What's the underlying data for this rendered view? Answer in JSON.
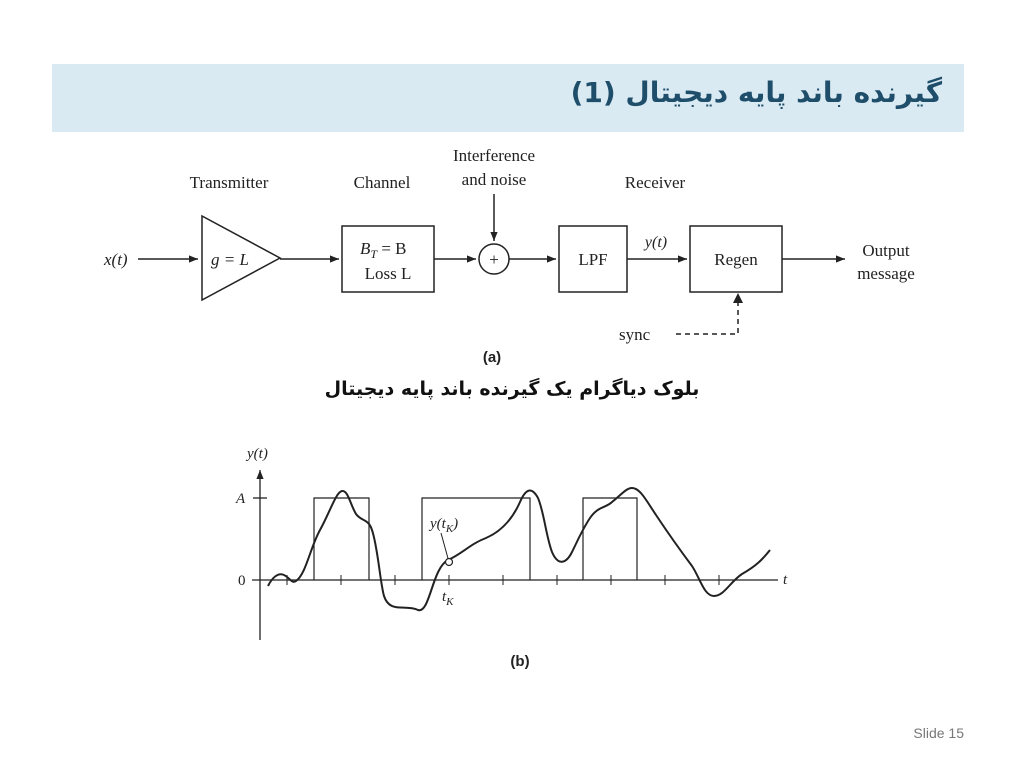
{
  "slide": {
    "title": "گیرنده باند پایه دیجیتال (1)",
    "caption": "بلوک دیاگرام یک گیرنده باند پایه دیجیتال",
    "slide_number": "Slide 15"
  },
  "block_diagram": {
    "sublabel": "(a)",
    "input": "x(t)",
    "transmitter_label": "Transmitter",
    "amplifier": "g = L",
    "channel_label": "Channel",
    "channel_line1": "B",
    "channel_sub": "T",
    "channel_line1_rest": " = B",
    "channel_line2": "Loss L",
    "interference_line1": "Interference",
    "interference_line2": "and noise",
    "adder": "+",
    "lpf": "LPF",
    "signal": "y(t)",
    "receiver_label": "Receiver",
    "regen": "Regen",
    "output_line1": "Output",
    "output_line2": "message",
    "sync": "sync"
  },
  "waveform": {
    "sublabel": "(b)",
    "y_axis": "y(t)",
    "x_axis": "t",
    "level_A": "A",
    "level_0": "0",
    "sample_label": "y(t",
    "sample_sub": "K",
    "sample_close": ")",
    "time_label": "t",
    "time_sub": "K"
  },
  "colors": {
    "title_bar": "#d9eaf3",
    "title_text": "#1f4e6b",
    "ink": "#222222"
  }
}
